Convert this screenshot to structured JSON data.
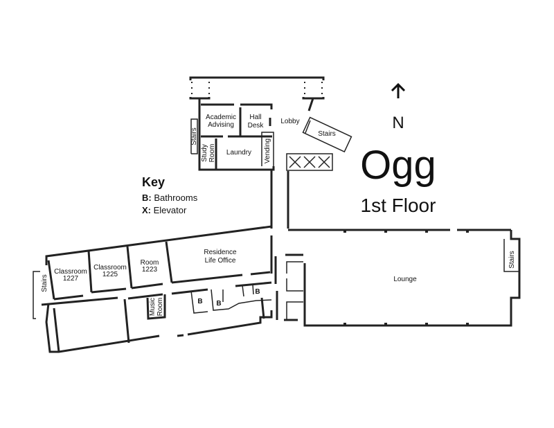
{
  "title": "Ogg",
  "subtitle": "1st Floor",
  "compass": "N",
  "key": {
    "heading": "Key",
    "items": [
      {
        "code": "B:",
        "label": "Bathrooms"
      },
      {
        "code": "X:",
        "label": "Elevator"
      }
    ]
  },
  "rooms": {
    "academic_advising": [
      "Academic",
      "Advising"
    ],
    "hall_desk": [
      "Hall",
      "Desk"
    ],
    "lobby": "Lobby",
    "stairs_top": "Stairs",
    "stairs_left_top": "Stairs",
    "study_room": [
      "Study",
      "Room"
    ],
    "laundry": "Laundry",
    "vending": "Vending",
    "classroom_1227": [
      "Classroom",
      "1227"
    ],
    "classroom_1225": [
      "Classroom",
      "1225"
    ],
    "room_1223": [
      "Room",
      "1223"
    ],
    "residence_life": [
      "Residence",
      "Life Office"
    ],
    "stairs_west": "Stairs",
    "music_room": [
      "Music",
      "Room"
    ],
    "bathroom": "B",
    "lounge": "Lounge",
    "stairs_east": "Stairs"
  }
}
